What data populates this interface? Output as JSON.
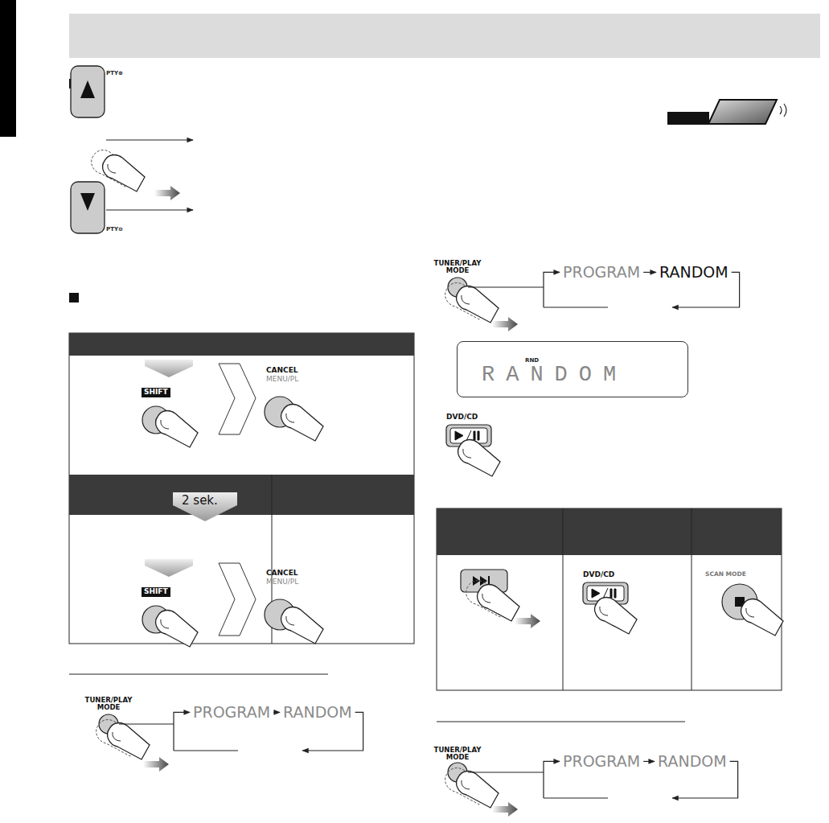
{
  "diagram": {
    "nodes": [
      {
        "text": [
          "RND",
          "RANDOM"
        ]
      }
    ],
    "labels": [
      "PTY⊕",
      "PTY⊖",
      "SHIFT",
      "CANCEL",
      "MENU/PL",
      "2 sek.",
      "SHIFT",
      "CANCEL",
      "MENU/PL",
      "TUNER/PLAY MODE",
      "PROGRAM",
      "RANDOM",
      "TUNER/PLAY MODE",
      "PROGRAM",
      "RANDOM",
      "DVD/CD",
      "DVD/CD",
      "SCAN MODE",
      "TUNER/PLAY MODE",
      "PROGRAM",
      "RANDOM"
    ]
  }
}
